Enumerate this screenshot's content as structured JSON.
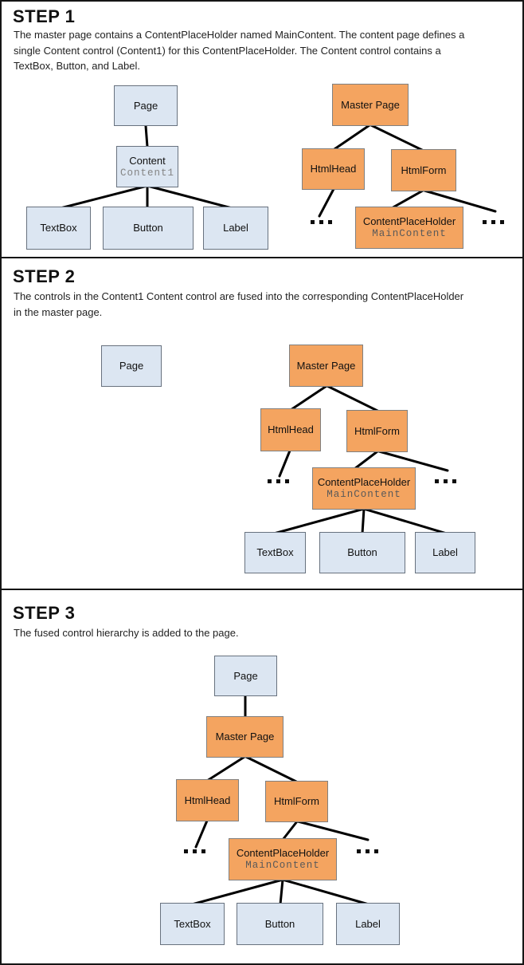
{
  "colors": {
    "content_box_fill": "#dce6f2",
    "content_box_border": "#68727f",
    "master_box_fill": "#f4a460",
    "master_box_border": "#808080",
    "connector": "#000000",
    "sublabel_gray": "#848484",
    "section_border": "#151515"
  },
  "icons": {
    "ellipsis-icon": "..."
  },
  "sections": [
    {
      "title": "STEP 1",
      "description_lines": [
        "The master page contains a ContentPlaceHolder named MainContent. The content page defines a",
        "single Content control (Content1) for this ContentPlaceHolder. The Content control contains a",
        "TextBox, Button, and Label."
      ],
      "content_tree": {
        "page": {
          "label": "Page"
        },
        "content": {
          "label": "Content",
          "sublabel": "Content1"
        },
        "textbox": {
          "label": "TextBox"
        },
        "button": {
          "label": "Button"
        },
        "label": {
          "label": "Label"
        }
      },
      "master_tree": {
        "master_page": {
          "label": "Master Page"
        },
        "html_head": {
          "label": "HtmlHead"
        },
        "html_form": {
          "label": "HtmlForm"
        },
        "content_placeholder": {
          "label": "ContentPlaceHolder",
          "sublabel": "MainContent"
        },
        "ellipsis_left": "...",
        "ellipsis_right": "..."
      }
    },
    {
      "title": "STEP 2",
      "description_lines": [
        "The controls in the Content1 Content control are fused into the corresponding ContentPlaceHolder",
        "in the master page."
      ],
      "nodes": {
        "page": {
          "label": "Page"
        },
        "master_page": {
          "label": "Master Page"
        },
        "html_head": {
          "label": "HtmlHead"
        },
        "html_form": {
          "label": "HtmlForm"
        },
        "content_placeholder": {
          "label": "ContentPlaceHolder",
          "sublabel": "MainContent"
        },
        "textbox": {
          "label": "TextBox"
        },
        "button": {
          "label": "Button"
        },
        "label": {
          "label": "Label"
        },
        "ellipsis_left": "...",
        "ellipsis_right": "..."
      }
    },
    {
      "title": "STEP 3",
      "description_lines": [
        "The fused control hierarchy is added to the page."
      ],
      "nodes": {
        "page": {
          "label": "Page"
        },
        "master_page": {
          "label": "Master Page"
        },
        "html_head": {
          "label": "HtmlHead"
        },
        "html_form": {
          "label": "HtmlForm"
        },
        "content_placeholder": {
          "label": "ContentPlaceHolder",
          "sublabel": "MainContent"
        },
        "textbox": {
          "label": "TextBox"
        },
        "button": {
          "label": "Button"
        },
        "label": {
          "label": "Label"
        },
        "ellipsis_left": "...",
        "ellipsis_right": "..."
      }
    }
  ]
}
